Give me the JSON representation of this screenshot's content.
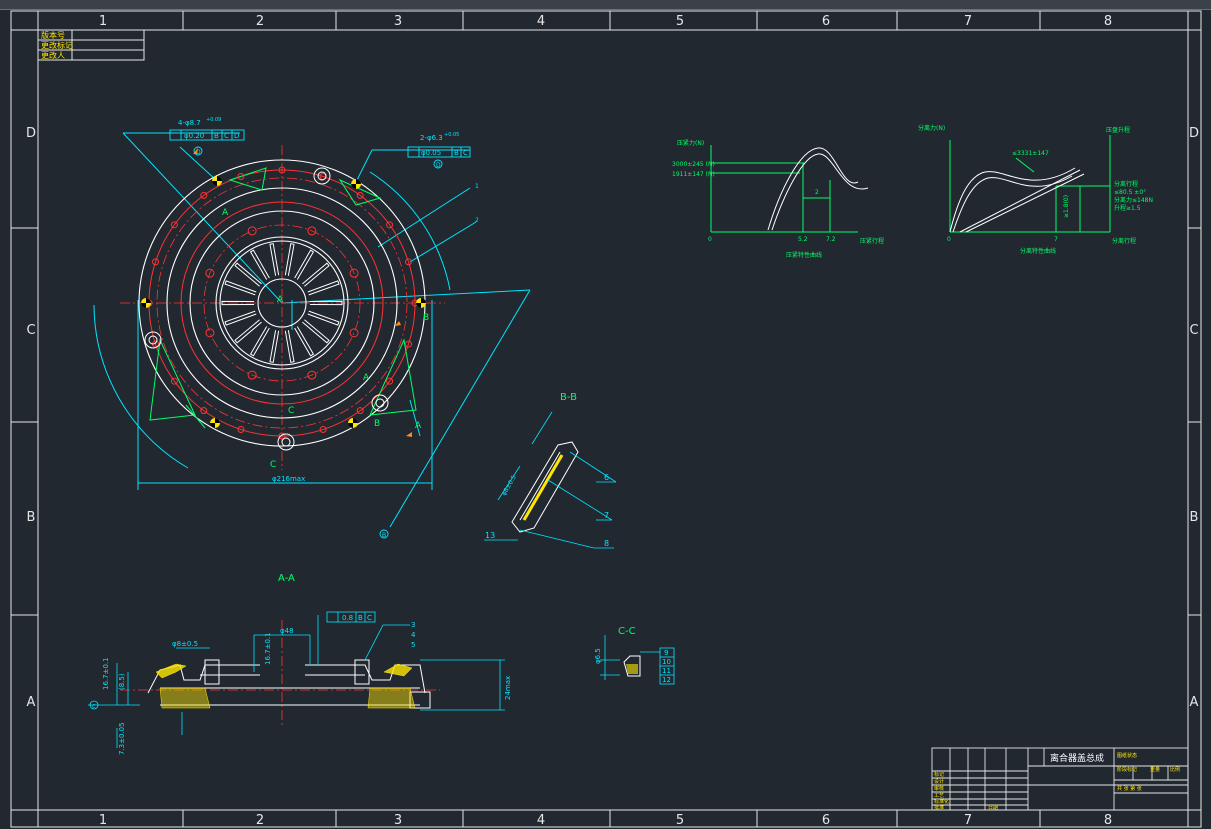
{
  "drawing": {
    "zone_columns": [
      "1",
      "2",
      "3",
      "4",
      "5",
      "6",
      "7",
      "8"
    ],
    "zone_rows": [
      "D",
      "C",
      "B",
      "A"
    ],
    "revision_box": [
      "版本号",
      "更改标记",
      "更改人"
    ],
    "section_labels": {
      "bb": "B-B",
      "aa": "A-A",
      "cc": "C-C"
    },
    "dimensions": {
      "outer_dia": "φ216max",
      "hole_tol": "4-φ8.7",
      "hole_tol_sup": "+0.09",
      "pos_tol": "φ0.20",
      "pos_tol_refs": [
        "B",
        "C",
        "D"
      ],
      "pin_holes": "2-φ6.3",
      "pin_holes_sup": "+0.05",
      "pin_pos_tol": "φ0.05",
      "pin_refs": [
        "B",
        "C"
      ],
      "section_bb_thk": "φ8±0.5",
      "aa_dia": "φ48",
      "aa_height": "24max",
      "flatness": "0.8",
      "flatness_refs": [
        "B",
        "C"
      ],
      "aa_small": "16.7±0.1",
      "aa_paren": "(8.5)",
      "aa_bottom": "7.3±0.05",
      "cc_dim": "φ6.5"
    },
    "datum_letters": {
      "a": "A",
      "b": "B",
      "c": "C",
      "d": "D"
    },
    "leaders": [
      "1",
      "2",
      "3",
      "4",
      "5",
      "6",
      "7",
      "8",
      "9",
      "10",
      "11",
      "12",
      "13"
    ]
  },
  "graph1": {
    "ylabel": "压紧力(N)",
    "y_values": [
      "3000±245 (N)",
      "1911±147 (N)"
    ],
    "origin": "0",
    "x_values": [
      "5.2",
      "7.2"
    ],
    "span": "2",
    "xlabel": "压紧行程",
    "caption": "压紧特性曲线"
  },
  "graph2": {
    "ylabel": "分离力(N)",
    "peak": "≤3331±147",
    "right_label": "压盘升程",
    "notes": [
      "分离行程",
      "≤80.5 ±0°",
      "分离力≤148N",
      "升程≥1.5"
    ],
    "y_values": [
      "≥1.8(0)"
    ],
    "origin": "0",
    "x_value": "7",
    "xlabel": "分离行程",
    "caption": "分离特性曲线"
  },
  "title_block": {
    "name": "离合器盖总成",
    "rows": [
      "标记",
      "设计",
      "审核",
      "工艺",
      "标准化",
      "批准",
      "日期"
    ],
    "scale_head": [
      "阶段标记",
      "重量",
      "比例"
    ],
    "sheet": "共 张 第 张",
    "remark": "图纸状态"
  },
  "colors": {
    "bg": "#212830",
    "frame": "#e6e6e6",
    "dim": "#00e5ff",
    "center": "#ff3333",
    "part": "#ffffff",
    "green": "#00ff66",
    "yellow": "#ffe600",
    "orange": "#ff8c1a"
  }
}
